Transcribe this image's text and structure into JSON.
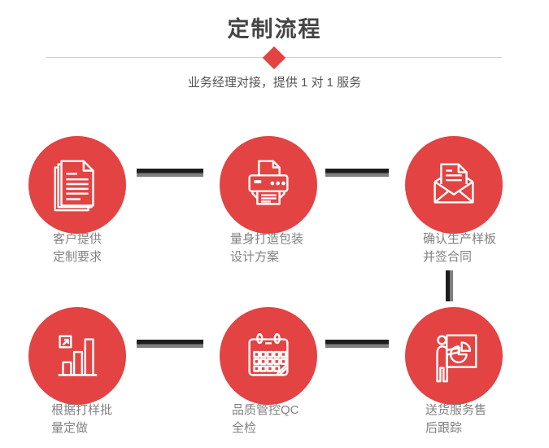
{
  "header": {
    "title": "定制流程",
    "subtitle": "业务经理对接，提供 1 对 1 服务"
  },
  "colors": {
    "accent_red": "#e34343",
    "title_gray": "#454545",
    "subtitle_gray": "#555555",
    "label_gray": "#828282",
    "connector_dark": "#1d1d1d",
    "connector_gray": "#7e7e7e",
    "divider_gray": "#cfcfcf",
    "icon_stroke": "#ffffff"
  },
  "steps": [
    {
      "id": 1,
      "icon": "stacked-documents-icon",
      "label_line1": "客户提供",
      "label_line2": "定制要求"
    },
    {
      "id": 2,
      "icon": "printer-icon",
      "label_line1": "量身打造包装",
      "label_line2": "设计方案"
    },
    {
      "id": 3,
      "icon": "open-envelope-icon",
      "label_line1": "确认生产样板",
      "label_line2": "并签合同"
    },
    {
      "id": 4,
      "icon": "bar-chart-icon",
      "label_line1": "根据打样批",
      "label_line2": "量定做"
    },
    {
      "id": 5,
      "icon": "calendar-icon",
      "label_line1": "品质管控QC",
      "label_line2": "全检"
    },
    {
      "id": 6,
      "icon": "presentation-icon",
      "label_line1": "送货服务售",
      "label_line2": "后跟踪"
    }
  ]
}
